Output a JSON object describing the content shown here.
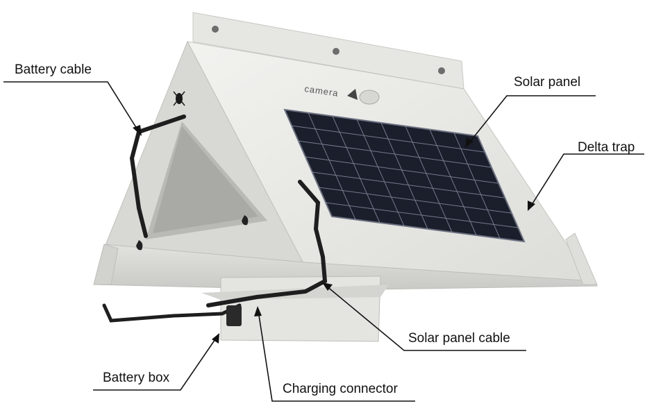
{
  "labels": {
    "battery_cable": "Battery cable",
    "solar_panel": "Solar panel",
    "delta_trap": "Delta trap",
    "solar_panel_cable": "Solar panel cable",
    "battery_box": "Battery box",
    "charging_connector": "Charging connector"
  },
  "device": {
    "logo_text": "camera"
  },
  "colors": {
    "trap_body": "#e9e9e6",
    "trap_shadow": "#cfcfcb",
    "panel_cell": "#1b1e2b",
    "panel_grid": "#8b93a6",
    "cable": "#1e1e1e",
    "leader_line": "#111111"
  }
}
